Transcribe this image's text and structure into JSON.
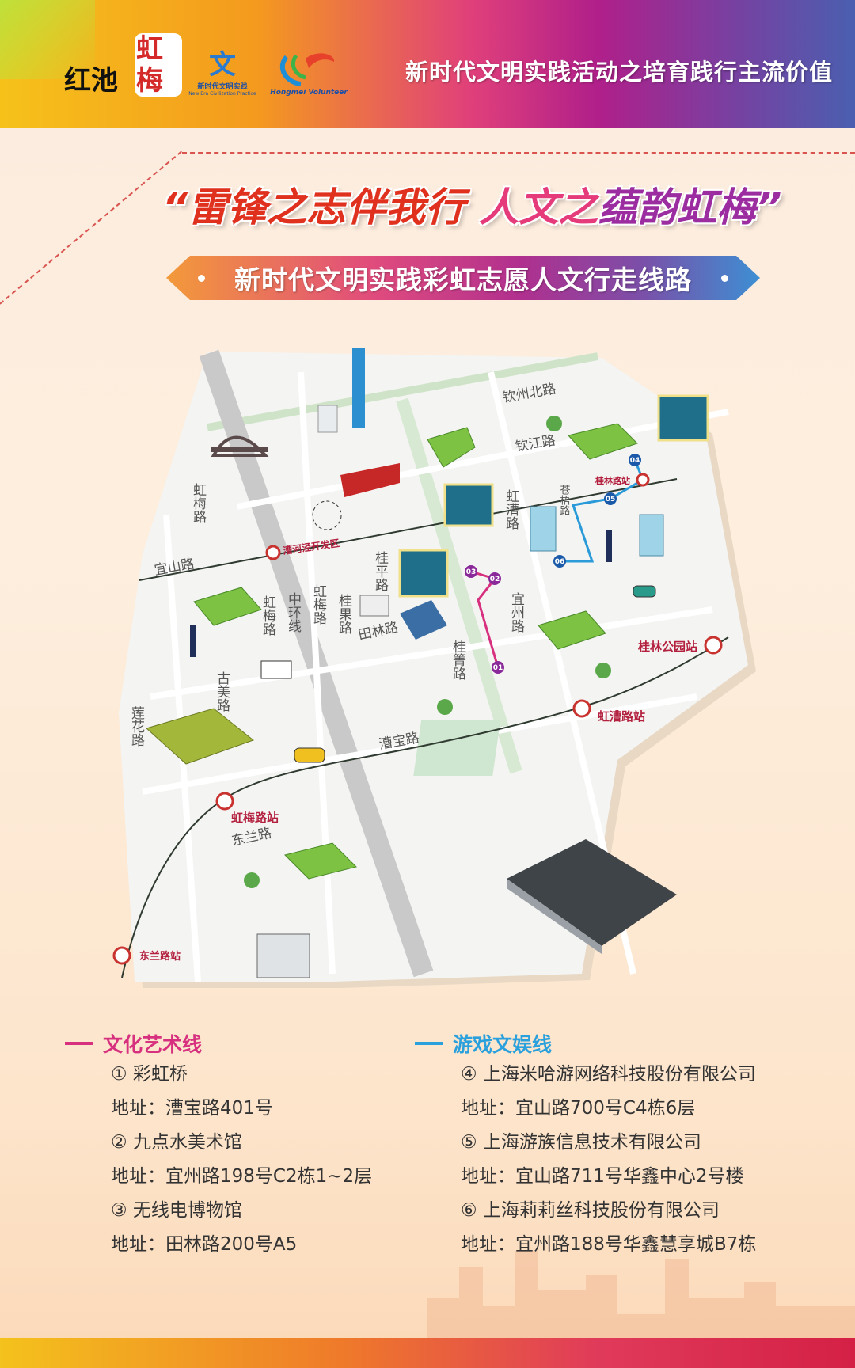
{
  "header": {
    "title": "新时代文明实践活动之培育践行主流价值",
    "logos": [
      {
        "name": "红池",
        "caption": ""
      },
      {
        "name": "虹梅",
        "caption": ""
      },
      {
        "name": "文",
        "caption": "新时代文明实践",
        "subcaption": "New Era Civilization Practice"
      },
      {
        "name": "心",
        "caption": "Hongmei Volunteer"
      }
    ]
  },
  "slogan": {
    "part1": "“雷锋之志伴我行",
    "part2": "人文之",
    "part3": "蕴韵虹梅”"
  },
  "banner": {
    "title": "新时代文明实践彩虹志愿人文行走线路"
  },
  "map": {
    "roads": [
      "钦州北路",
      "钦江路",
      "虹梅路",
      "虹漕路",
      "苍梧路",
      "宜山路",
      "虹梅路",
      "中环线",
      "虹梅路",
      "桂果路",
      "桂平路",
      "田林路",
      "宜州路",
      "桂箐路",
      "古美路",
      "莲花路",
      "漕宝路",
      "东兰路"
    ],
    "stations": [
      "桂林路站",
      "漕河泾开发区",
      "桂林公园站",
      "虹漕路站",
      "虹梅路站",
      "东兰路站"
    ],
    "markers": {
      "culture": [
        "01",
        "02",
        "03"
      ],
      "game": [
        "04",
        "05",
        "06"
      ]
    },
    "colors": {
      "culture": "#d6307f",
      "game": "#2a9ad8",
      "metro": "#c8322f"
    }
  },
  "legend": {
    "culture": {
      "title": "文化艺术线",
      "color": "#d6307f",
      "items": [
        {
          "name": "① 彩虹桥",
          "address": "地址：漕宝路401号"
        },
        {
          "name": "② 九点水美术馆",
          "address": "地址：宜州路198号C2栋1~2层"
        },
        {
          "name": "③ 无线电博物馆",
          "address": "地址：田林路200号A5"
        }
      ]
    },
    "game": {
      "title": "游戏文娱线",
      "color": "#2aa0dc",
      "items": [
        {
          "name": "④ 上海米哈游网络科技股份有限公司",
          "address": "地址：宜山路700号C4栋6层"
        },
        {
          "name": "⑤ 上海游族信息技术有限公司",
          "address": "地址：宜山路711号华鑫中心2号楼"
        },
        {
          "name": "⑥ 上海莉莉丝科技股份有限公司",
          "address": "地址：宜州路188号华鑫慧享城B7栋"
        }
      ]
    }
  }
}
